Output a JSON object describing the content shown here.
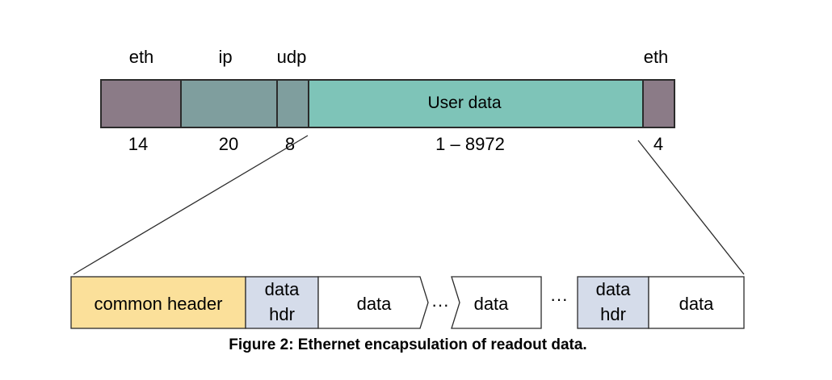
{
  "packet": {
    "top_labels": {
      "eth1": "eth",
      "ip": "ip",
      "udp": "udp",
      "eth2": "eth"
    },
    "segments": {
      "user_data": "User data"
    },
    "sizes": {
      "eth1": "14",
      "ip": "20",
      "udp": "8",
      "user_data": "1 – 8972",
      "eth2": "4"
    }
  },
  "payload": {
    "common_header": "common header",
    "data_hdr_1": [
      "data",
      "hdr"
    ],
    "data_1": "data",
    "ellipsis_1": "···",
    "data_2": "data",
    "ellipsis_2": "···",
    "data_hdr_2": [
      "data",
      "hdr"
    ],
    "data_3": "data"
  },
  "caption": "Figure 2: Ethernet encapsulation of readout data.",
  "colors": {
    "eth": "#8b7b87",
    "ip": "#7f9e9e",
    "user_data": "#7ec4b8",
    "common_header": "#fbe09a",
    "data_hdr": "#d5dcea",
    "data": "#ffffff",
    "stroke": "#2b2b2b"
  }
}
